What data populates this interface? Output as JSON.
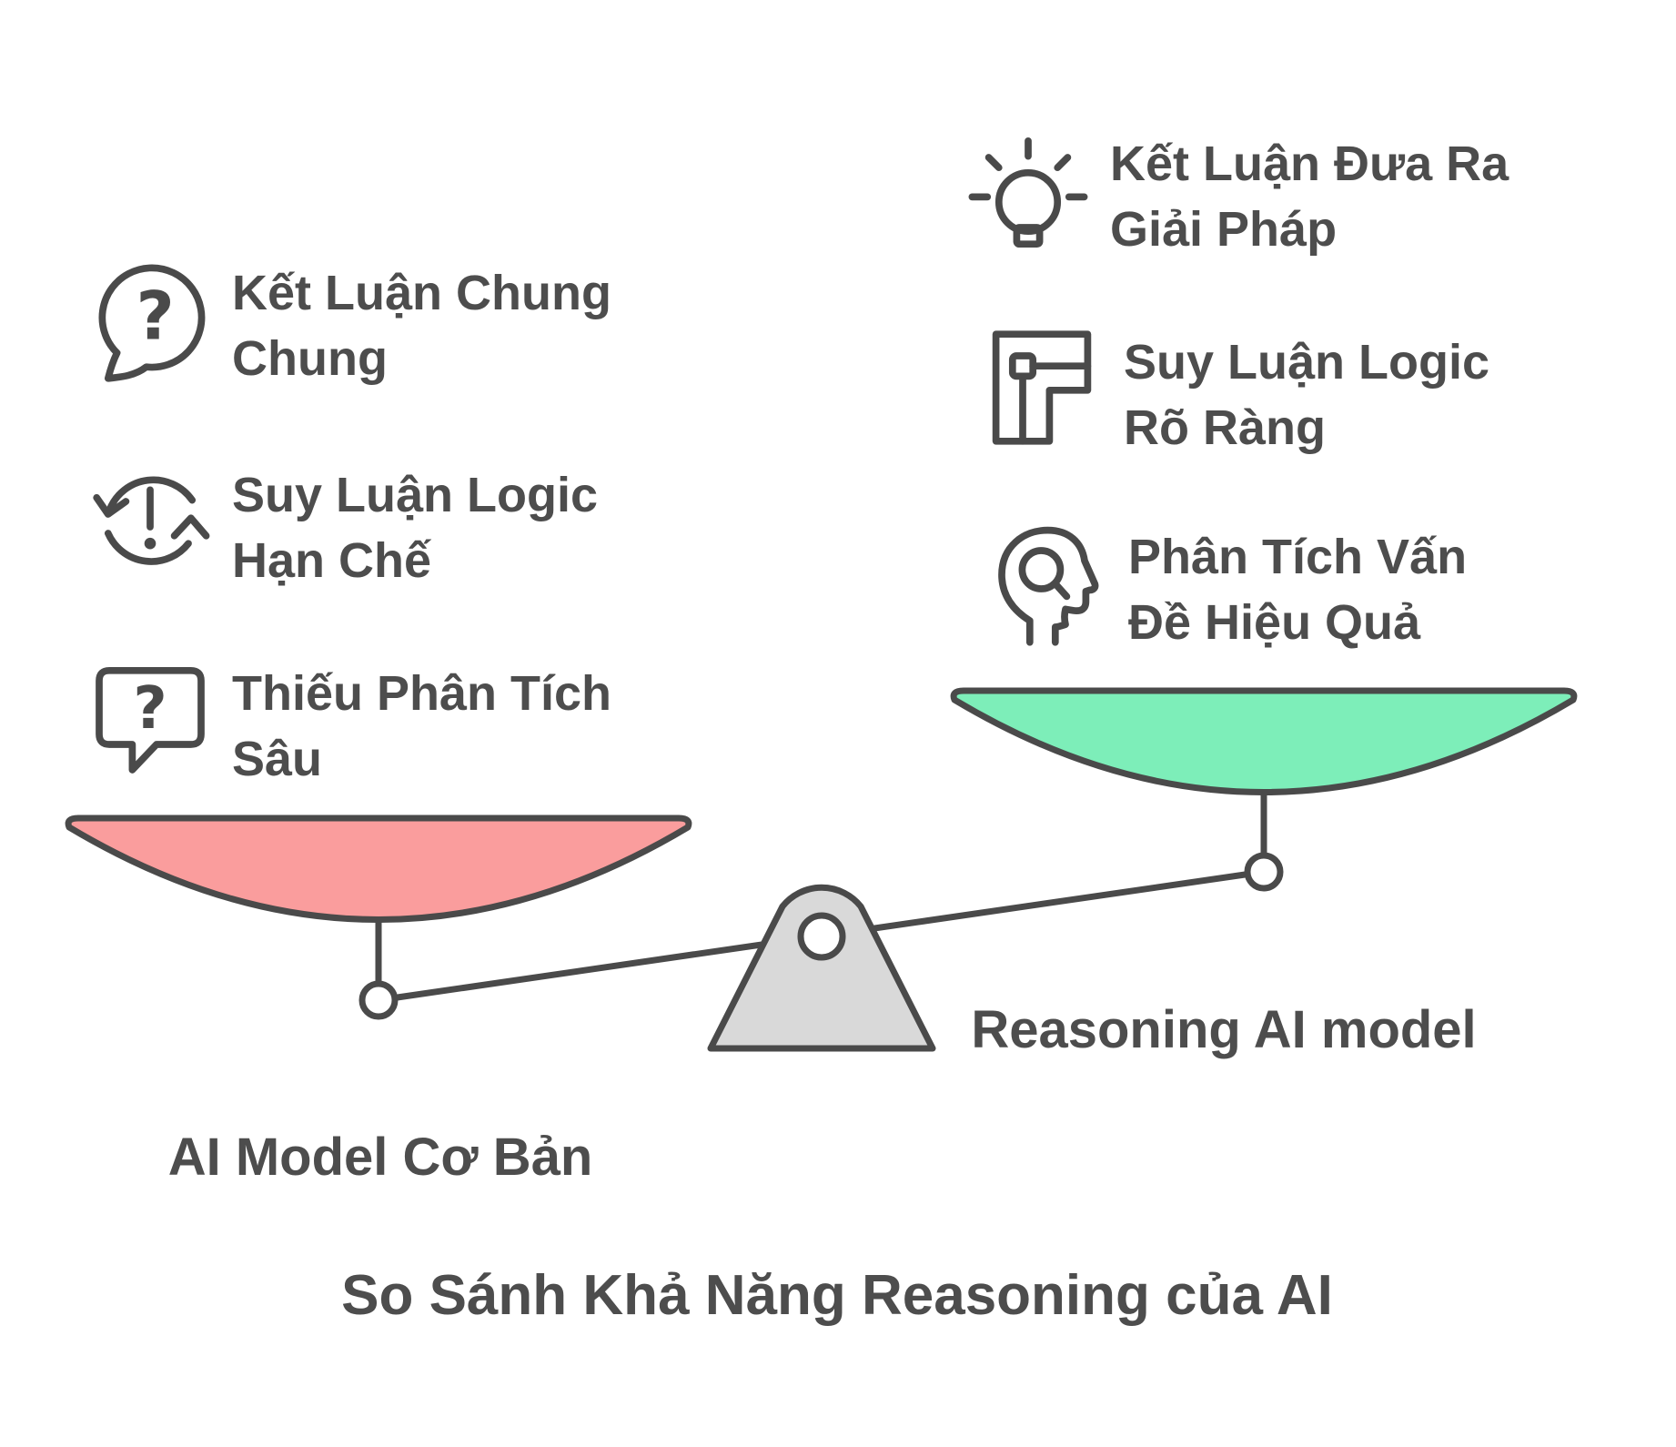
{
  "title": "So Sánh Khả Năng Reasoning của AI",
  "glyphs": {
    "question": "?"
  },
  "colors": {
    "pan_left": "#FA9D9D",
    "pan_right": "#7DEEB9",
    "fulcrum": "#D9D9D9",
    "stroke": "#4A4A4A",
    "text": "#4D4D4D"
  },
  "left_side": {
    "label": "AI Model Cơ Bản",
    "items": [
      {
        "icon": "chat-question-icon",
        "line1": "Kết Luận Chung",
        "line2": "Chung"
      },
      {
        "icon": "sync-alert-icon",
        "line1": "Suy Luận Logic",
        "line2": "Hạn Chế"
      },
      {
        "icon": "message-question-icon",
        "line1": "Thiếu Phân Tích",
        "line2": "Sâu"
      }
    ]
  },
  "right_side": {
    "label": "Reasoning AI model",
    "items": [
      {
        "icon": "lightbulb-icon",
        "line1": "Kết Luận Đưa Ra",
        "line2": "Giải Pháp"
      },
      {
        "icon": "flow-structure-icon",
        "line1": "Suy Luận Logic",
        "line2": "Rõ Ràng"
      },
      {
        "icon": "head-search-icon",
        "line1": "Phân Tích Vấn",
        "line2": "Đề Hiệu Quả"
      }
    ]
  }
}
